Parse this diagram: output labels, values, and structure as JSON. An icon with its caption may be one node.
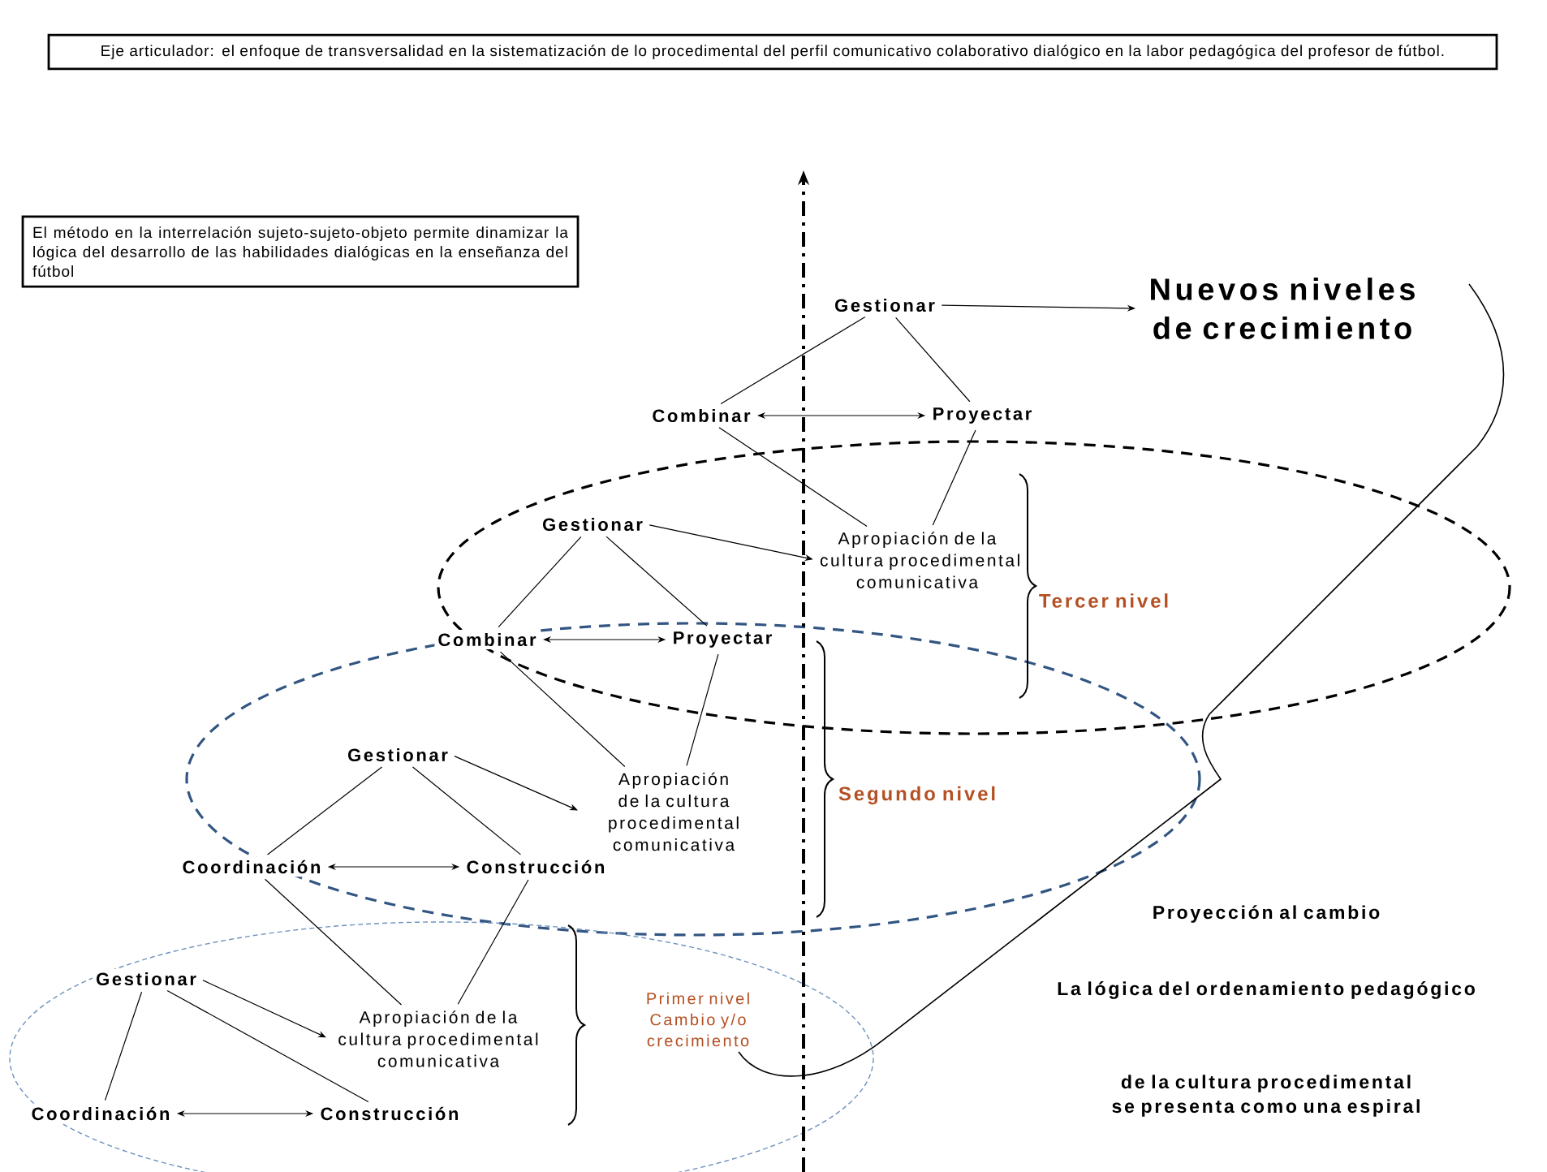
{
  "diagram": {
    "nodes": [
      {
        "text": [
          "Eje articulador: el enfoque de transversalidad en la sistematización de lo procedimental del perfil comunicativo colaborativo dialógico en la labor pedagógica del profesor de fútbol."
        ]
      },
      {
        "text": [
          "El método en la interrelación sujeto-sujeto-objeto permite dinamizar la lógica del desarrollo de las habilidades dialógicas en la enseñanza del fútbol"
        ]
      },
      {
        "text": [
          "Gestionar"
        ]
      },
      {
        "text": [
          "Nuevos niveles de crecimiento"
        ]
      },
      {
        "text": [
          "Combinar"
        ]
      },
      {
        "text": [
          "Proyectar"
        ]
      },
      {
        "text": [
          "Gestionar"
        ]
      },
      {
        "text": [
          "Apropiación de la cultura procedimental comunicativa"
        ]
      },
      {
        "text": [
          "Combinar"
        ]
      },
      {
        "text": [
          "Proyectar"
        ]
      },
      {
        "text": [
          "Gestionar"
        ]
      },
      {
        "text": [
          "Apropiación de la cultura procedimental comunicativa"
        ]
      },
      {
        "text": [
          "Coordinación"
        ]
      },
      {
        "text": [
          "Construcción"
        ]
      },
      {
        "text": [
          "Gestionar"
        ]
      },
      {
        "text": [
          "Apropiación de la cultura procedimental comunicativa"
        ]
      },
      {
        "text": [
          "Coordinación"
        ]
      },
      {
        "text": [
          "Construcción"
        ]
      }
    ],
    "edges": [
      {
        "from": 2,
        "to": 3,
        "arrow": "to"
      },
      {
        "from": 2,
        "to": 4,
        "arrow": "none"
      },
      {
        "from": 2,
        "to": 5,
        "arrow": "none"
      },
      {
        "from": 4,
        "to": 5,
        "arrow": "both"
      },
      {
        "from": 4,
        "to": 7,
        "arrow": "none"
      },
      {
        "from": 5,
        "to": 7,
        "arrow": "none"
      },
      {
        "from": 6,
        "to": 7,
        "arrow": "to"
      },
      {
        "from": 6,
        "to": 8,
        "arrow": "none"
      },
      {
        "from": 6,
        "to": 9,
        "arrow": "none"
      },
      {
        "from": 8,
        "to": 9,
        "arrow": "both"
      },
      {
        "from": 8,
        "to": 11,
        "arrow": "none"
      },
      {
        "from": 9,
        "to": 11,
        "arrow": "none"
      },
      {
        "from": 10,
        "to": 11,
        "arrow": "to"
      },
      {
        "from": 10,
        "to": 12,
        "arrow": "none"
      },
      {
        "from": 10,
        "to": 13,
        "arrow": "none"
      },
      {
        "from": 12,
        "to": 13,
        "arrow": "both"
      },
      {
        "from": 12,
        "to": 15,
        "arrow": "none"
      },
      {
        "from": 13,
        "to": 15,
        "arrow": "none"
      },
      {
        "from": 14,
        "to": 15,
        "arrow": "to"
      },
      {
        "from": 14,
        "to": 16,
        "arrow": "none"
      },
      {
        "from": 14,
        "to": 17,
        "arrow": "none"
      },
      {
        "from": 16,
        "to": 17,
        "arrow": "both"
      }
    ],
    "labels": [
      "Tercer nivel",
      "Segundo nivel",
      "Primer nivel Cambio y/o crecimiento",
      "Proyección al cambio",
      "La lógica del ordenamiento pedagógico",
      "de la cultura procedimental se presenta como una espiral"
    ]
  }
}
